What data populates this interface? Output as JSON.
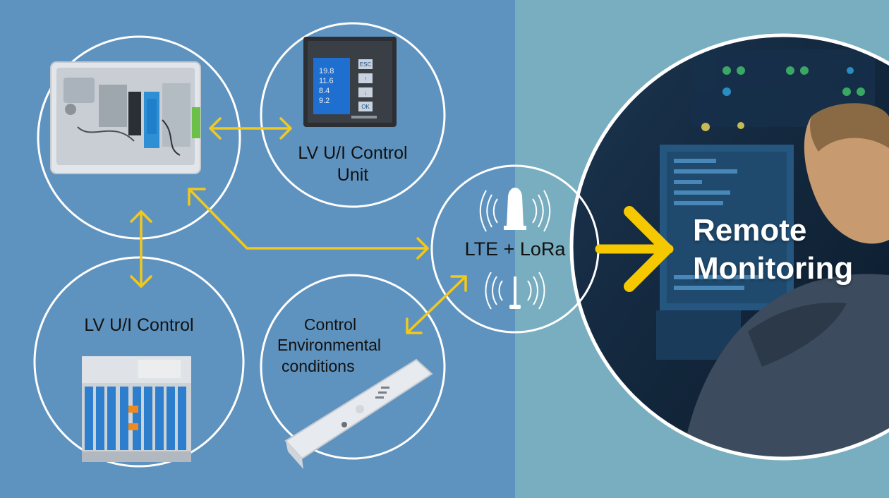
{
  "labels": {
    "control_unit": [
      "LV U/I Control",
      "Unit"
    ],
    "control": "LV U/I Control",
    "environmental": [
      "Control",
      "Environmental",
      "conditions"
    ],
    "lte": "LTE + LoRa",
    "remote": [
      "Remote",
      "Monitoring"
    ]
  },
  "device_screen": {
    "readings": [
      "19.8",
      "11.6",
      "8.4",
      "9.2"
    ],
    "buttons": [
      "ESC",
      "↑",
      "↓",
      "OK"
    ]
  },
  "colors": {
    "left_bg": "#5f93bf",
    "right_bg": "#78aec0",
    "circle_stroke": "#ffffff",
    "arrow": "#f2c81b"
  }
}
